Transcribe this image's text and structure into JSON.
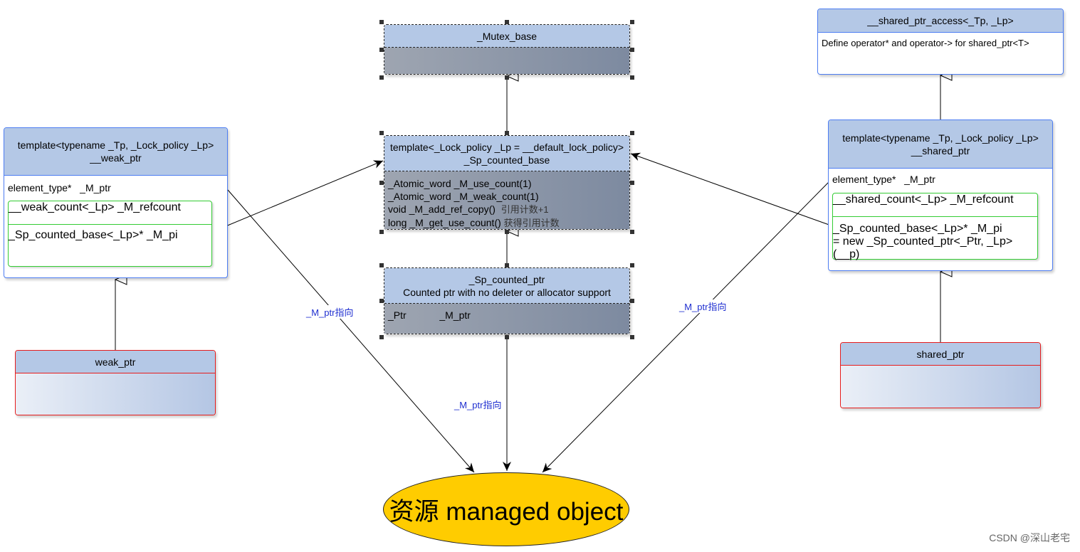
{
  "mutex_base": {
    "title": "_Mutex_base"
  },
  "sp_counted_base": {
    "title_line1": "template<_Lock_policy _Lp = __default_lock_policy>",
    "title_line2": "_Sp_counted_base",
    "members": [
      {
        "code": "_Atomic_word  _M_use_count(1)",
        "note": ""
      },
      {
        "code": "_Atomic_word  _M_weak_count(1)",
        "note": ""
      },
      {
        "code": "void _M_add_ref_copy()",
        "note": "引用计数+1"
      },
      {
        "code": "long _M_get_use_count()",
        "note": "获得引用计数"
      }
    ]
  },
  "sp_counted_ptr": {
    "title_line1": "_Sp_counted_ptr",
    "title_line2": "Counted ptr with no deleter or allocator support",
    "member": "_Ptr            _M_ptr"
  },
  "weak_ptr_template": {
    "title_line1": "template<typename _Tp, _Lock_policy _Lp>",
    "title_line2": "__weak_ptr",
    "member": "element_type*   _M_ptr",
    "refcount": {
      "title": "__weak_count<_Lp>  _M_refcount",
      "member": "_Sp_counted_base<_Lp>*  _M_pi"
    }
  },
  "weak_ptr": {
    "title": "weak_ptr"
  },
  "shared_ptr_access": {
    "title": "__shared_ptr_access<_Tp, _Lp>",
    "member": "Define operator* and operator-> for shared_ptr<T>"
  },
  "shared_ptr_template": {
    "title_line1": "template<typename _Tp, _Lock_policy _Lp>",
    "title_line2": "__shared_ptr",
    "member": "element_type*   _M_ptr",
    "refcount": {
      "title": "__shared_count<_Lp>  _M_refcount",
      "member_line1": "_Sp_counted_base<_Lp>*  _M_pi",
      "member_line2": "= new _Sp_counted_ptr<_Ptr, _Lp>(__p)"
    }
  },
  "shared_ptr": {
    "title": "shared_ptr"
  },
  "resource": {
    "label": "资源 managed object"
  },
  "edge_labels": {
    "weak": "_M_ptr指向",
    "counted": "_M_ptr指向",
    "shared": "_M_ptr指向"
  },
  "watermark": "CSDN @深山老宅",
  "colors": {
    "header_fill": "#b4c8e6",
    "blue_border": "#4d7df2",
    "red_border": "#e61c1c",
    "green_border": "#33cc33",
    "ellipse_fill": "#ffcc00",
    "edge_label": "#1f2fd0"
  }
}
